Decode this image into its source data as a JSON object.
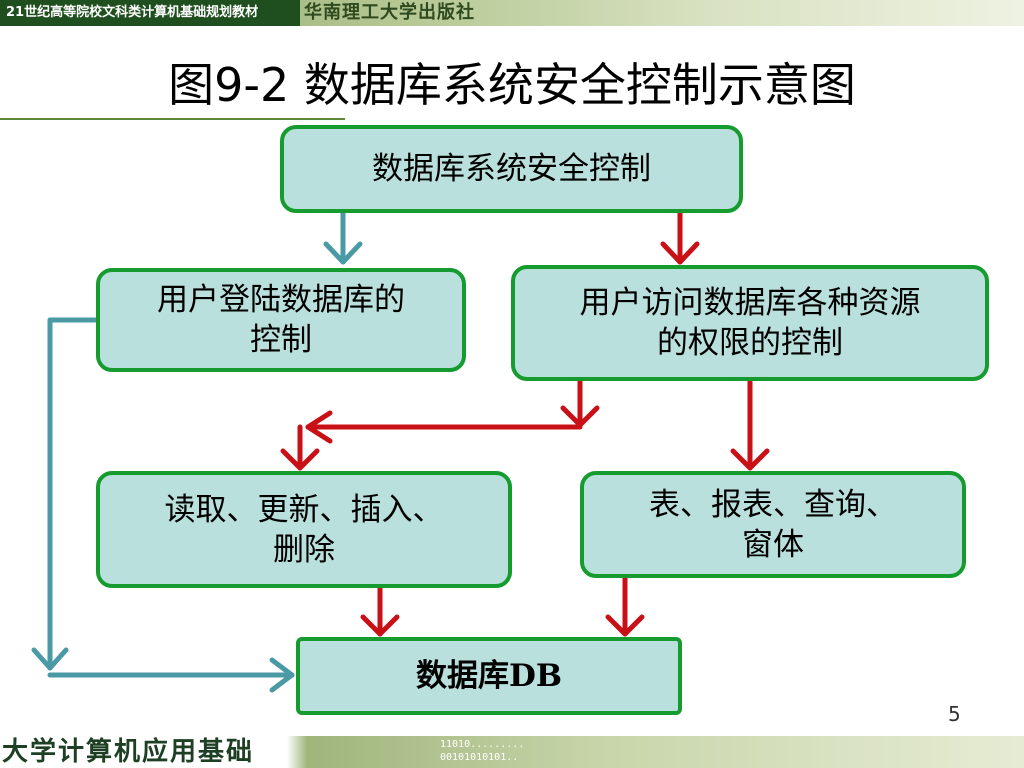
{
  "header": {
    "series": "21世纪高等院校文科类计算机基础规划教材",
    "publisher": "华南理工大学出版社"
  },
  "slide": {
    "title": "图9-2  数据库系统安全控制示意图",
    "page_number": "5"
  },
  "diagram": {
    "root": "数据库系统安全控制",
    "login_control": [
      "用户登陆数据库的",
      "控制"
    ],
    "access_control": [
      "用户访问数据库各种资源",
      "的权限的控制"
    ],
    "operations": [
      "读取、更新、插入、",
      "删除"
    ],
    "objects": [
      "表、报表、查询、",
      "窗体"
    ],
    "database": "数据库DB"
  },
  "colors": {
    "box_fill": "#b9e0dc",
    "box_border": "#169b2f",
    "arrow_blue": "#4a9aa6",
    "arrow_red": "#c81016"
  },
  "footer": {
    "course": "大学计算机应用基础",
    "binary": [
      "11010.........",
      "00101010101.."
    ]
  }
}
